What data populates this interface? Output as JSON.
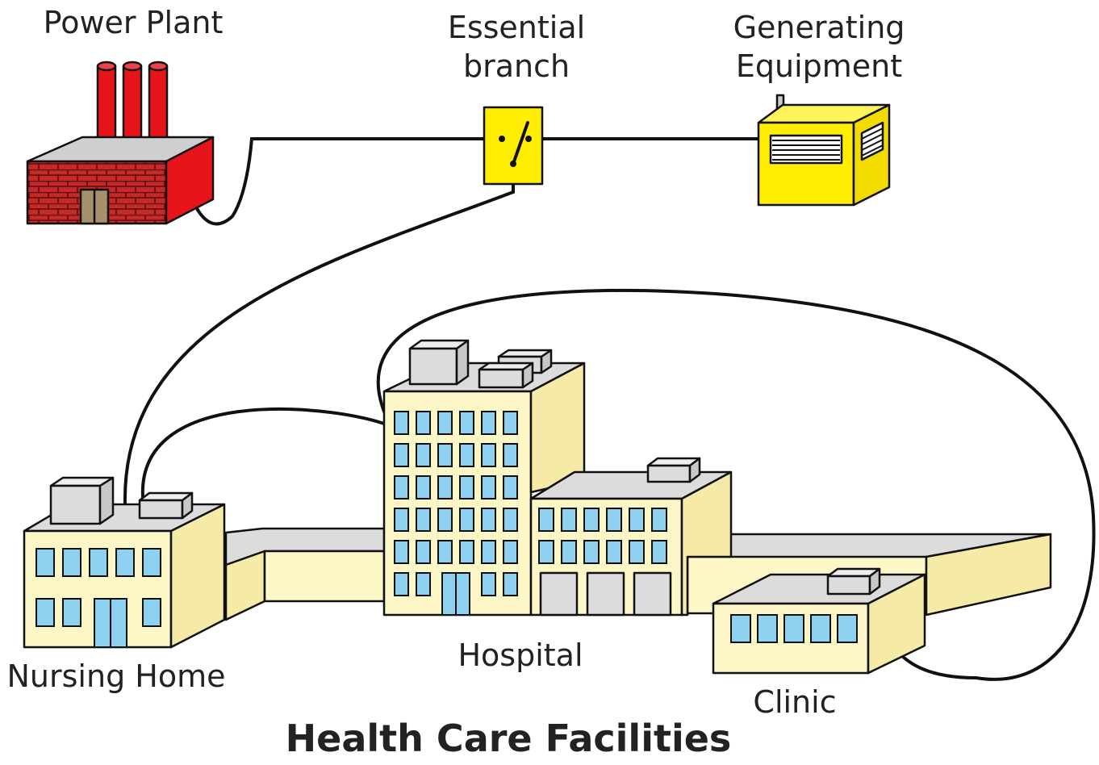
{
  "labels": {
    "power_plant": "Power Plant",
    "essential_branch_line1": "Essential",
    "essential_branch_line2": "branch",
    "generating_equipment_line1": "Generating",
    "generating_equipment_line2": "Equipment",
    "nursing_home": "Nursing Home",
    "hospital": "Hospital",
    "clinic": "Clinic"
  },
  "title": "Health Care Facilities",
  "colors": {
    "smokestack": "#e8141c",
    "brick_wall": "#c42a2a",
    "switch_box": "#ffee00",
    "generator": "#ffee00",
    "building_wall": "#fdf7c8",
    "building_side": "#f5eaa6",
    "roof": "#dcdcdc",
    "window": "#8ed0f0"
  },
  "icons": {
    "power_plant": "factory-icon",
    "switch": "transfer-switch-icon",
    "generator": "generator-icon"
  }
}
